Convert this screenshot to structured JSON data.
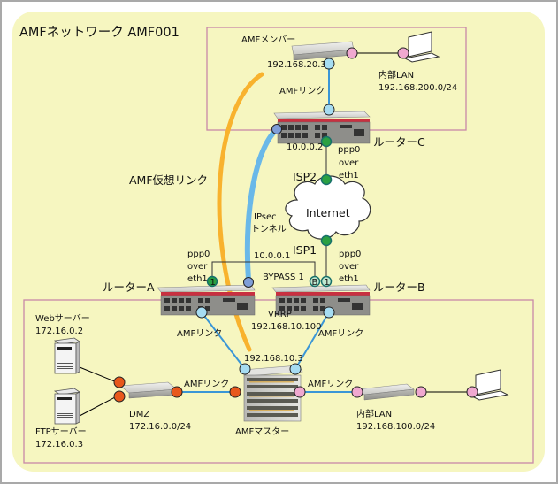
{
  "title": "AMFネットワーク AMF001",
  "colors": {
    "background_zone": "#f6f6c0",
    "box_border": "#c888a8",
    "amf_virtual_link": "#f8b22e",
    "ipsec_tunnel": "#6ab8e8",
    "amf_link": "#3a96d6",
    "port_lightblue": "#a6dcf2",
    "port_green": "#2aa042",
    "port_orange": "#e8581c",
    "port_pink": "#f0a8d0",
    "port_slate": "#7f9ed8"
  },
  "labels": {
    "amf_member": "AMFメンバー",
    "member_ip": "192.168.20.3",
    "member_amf_link": "AMFリンク",
    "lan200_name": "内部LAN",
    "lan200_net": "192.168.200.0/24",
    "router_c": "ルーターC",
    "router_c_ip": "10.0.0.2",
    "router_c_ppp": [
      "ppp0",
      "over",
      "eth1"
    ],
    "isp2": "ISP2",
    "internet": "Internet",
    "isp1": "ISP1",
    "amf_virtual_link": "AMF仮想リンク",
    "ipsec_line1": "IPsec",
    "ipsec_line2": "トンネル",
    "router_a_ppp": [
      "ppp0",
      "over",
      "eth1"
    ],
    "router_b_ppp": [
      "ppp0",
      "over",
      "eth1"
    ],
    "bypass_ip": "10.0.0.1",
    "bypass": "BYPASS 1",
    "port_1": "1",
    "port_b": "B",
    "router_a": "ルーターA",
    "router_b": "ルーターB",
    "vrrp": "VRRP",
    "vrrp_ip": "192.168.10.100",
    "amf_link_a": "AMFリンク",
    "amf_link_b": "AMFリンク",
    "master_ip": "192.168.10.3",
    "web_server": "Webサーバー",
    "web_ip": "172.16.0.2",
    "ftp_server": "FTPサーバー",
    "ftp_ip": "172.16.0.3",
    "dmz_name": "DMZ",
    "dmz_net": "172.16.0.0/24",
    "amf_link_dmz": "AMFリンク",
    "amf_master": "AMFマスター",
    "amf_link_lan100": "AMFリンク",
    "lan100_name": "内部LAN",
    "lan100_net": "192.168.100.0/24"
  }
}
